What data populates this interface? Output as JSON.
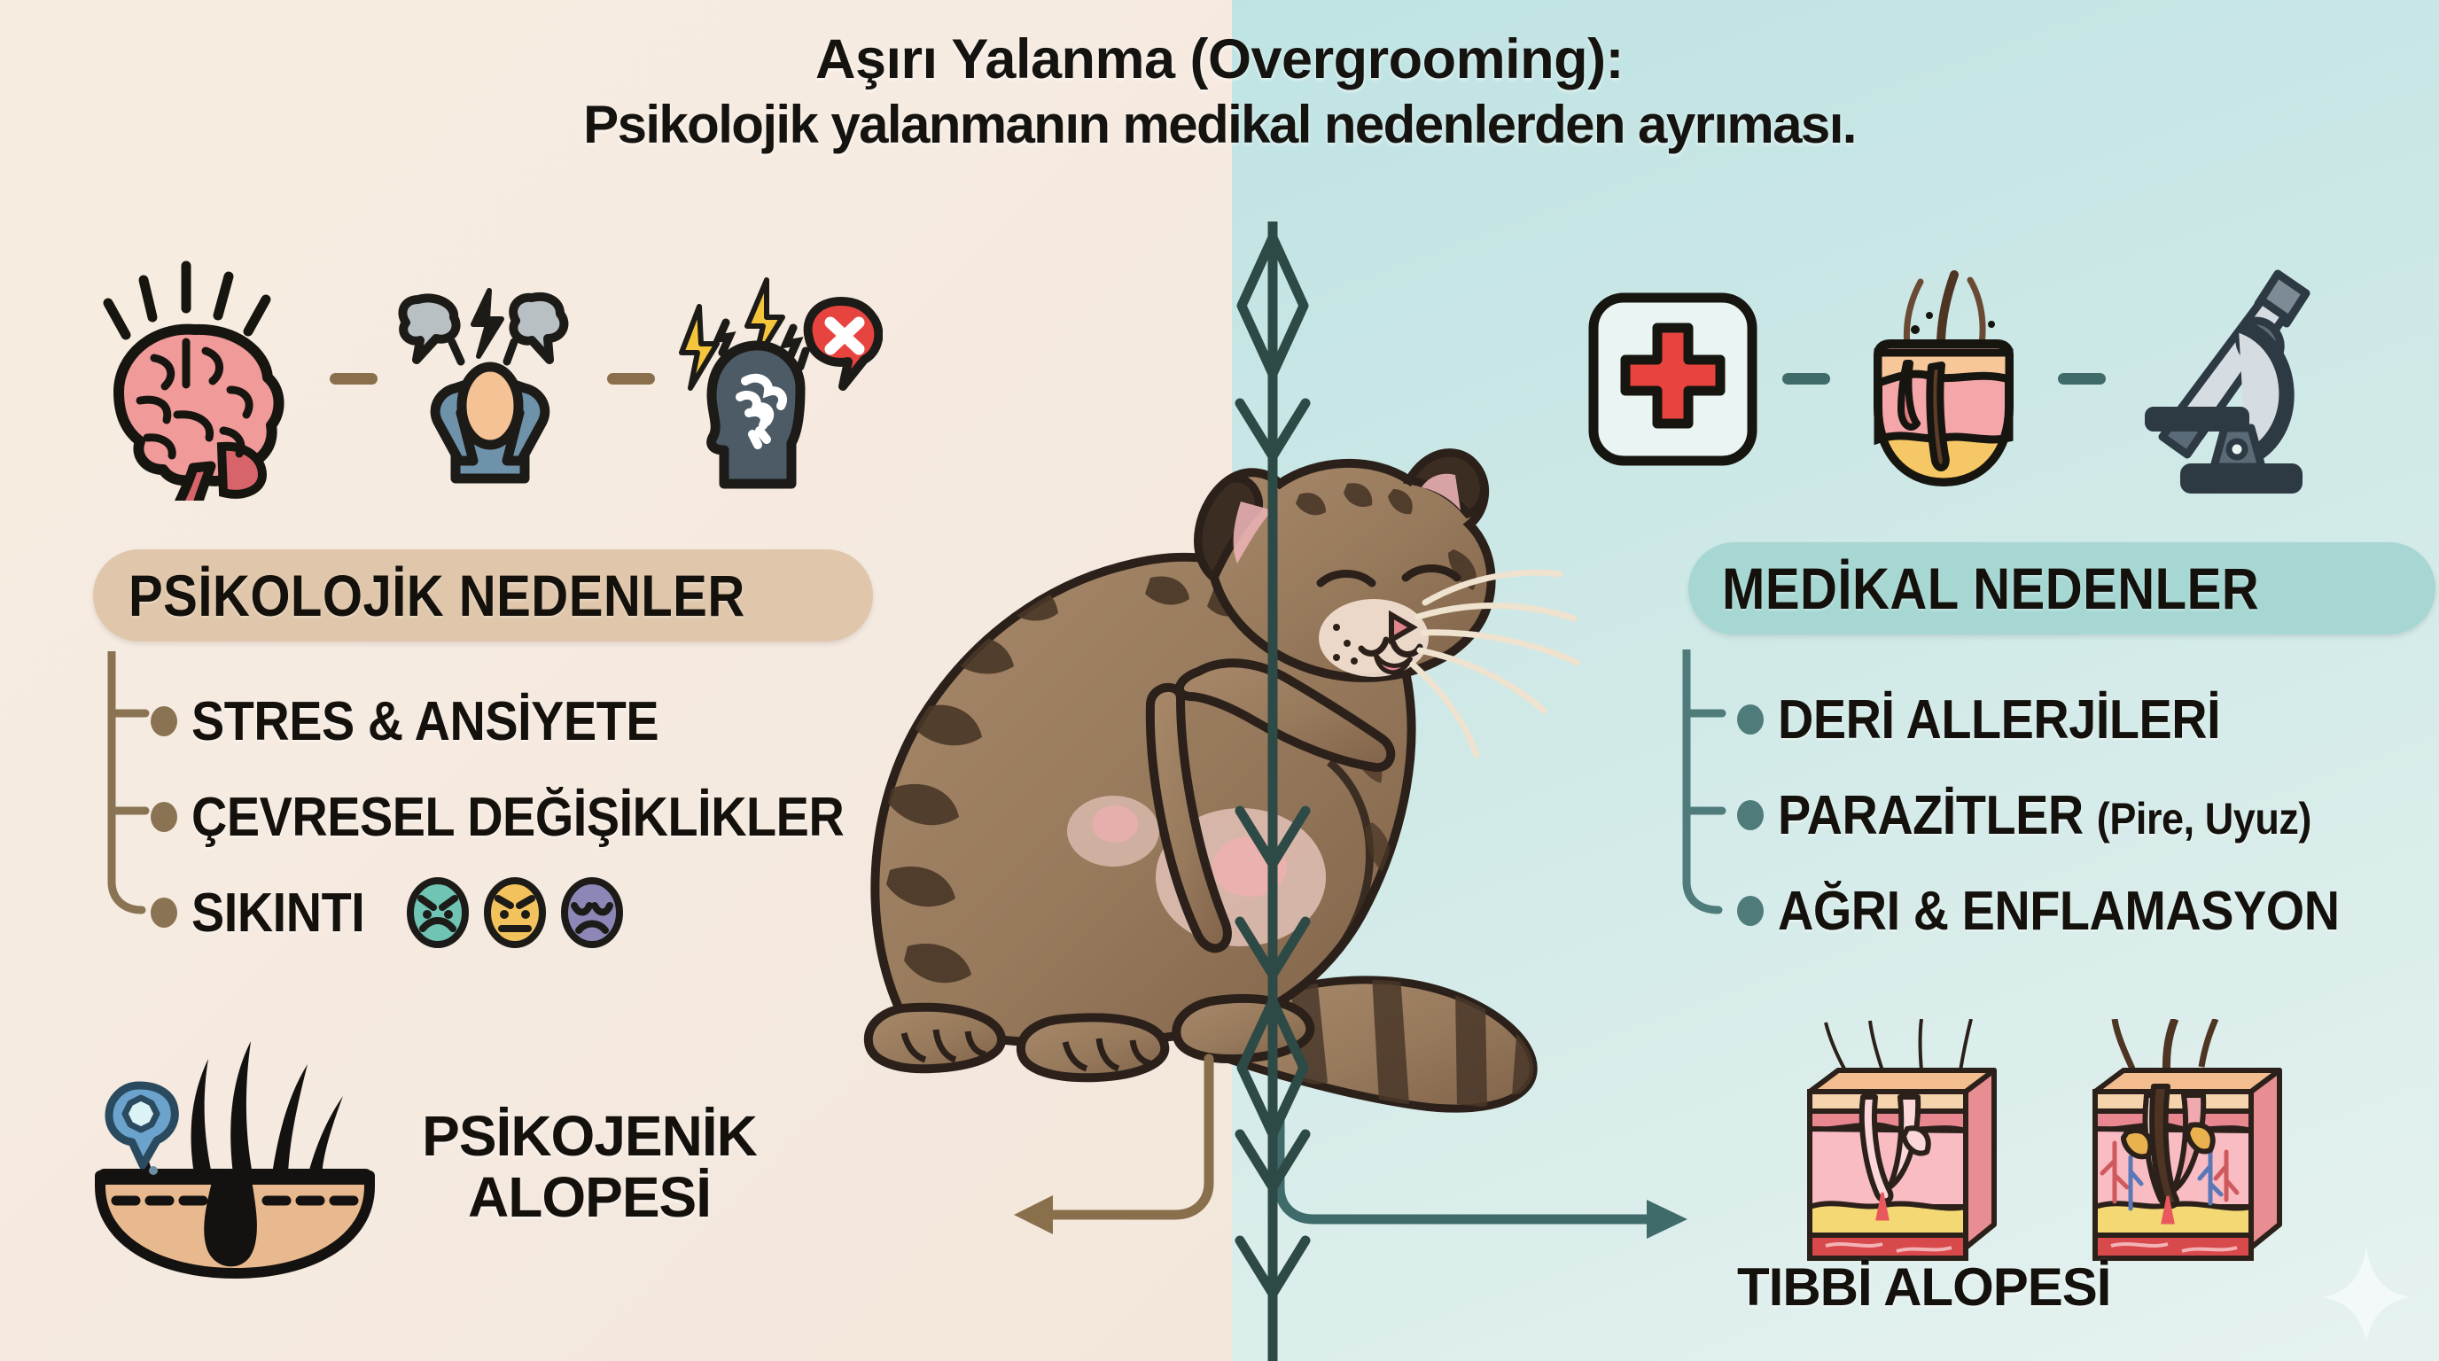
{
  "title": {
    "line1": "Aşırı Yalanma (Overgrooming):",
    "line2": "Psikolojik yalanmanın medikal nedenlerden ayrıması."
  },
  "colors": {
    "bg_left": "#f6ebe1",
    "bg_right": "#cfe9e7",
    "pill_left": "#e0c7ab",
    "pill_right": "#a6d7d3",
    "accent_left": "#8a6f4c",
    "accent_right": "#3f6b6b",
    "text": "#14110d",
    "brain_pink": "#f09a9a",
    "cross_red": "#e8443f",
    "face_teal": "#6fc4b4",
    "face_yellow": "#f2c25c",
    "face_purple": "#8d87b8"
  },
  "left_panel": {
    "heading": "PSİKOLOJİK NEDENLER",
    "icons": [
      {
        "name": "brain-icon",
        "label": "brain"
      },
      {
        "name": "stressed-person-icon",
        "label": "stressed person"
      },
      {
        "name": "head-scribble-icon",
        "label": "head with scribble and red X"
      }
    ],
    "items": [
      {
        "label": "STRES & ANSİYETE",
        "sub": "",
        "faces": []
      },
      {
        "label": "ÇEVRESEL DEĞİŞİKLİKLER",
        "sub": "",
        "faces": []
      },
      {
        "label": "SIKINTI",
        "sub": "",
        "faces": [
          "angry-face",
          "annoyed-face",
          "sad-face"
        ]
      }
    ],
    "outcome": {
      "line1": "PSİKOJENİK",
      "line2": "ALOPESİ"
    },
    "outcome_icon": "hair-follicle-magnifier-icon"
  },
  "right_panel": {
    "heading": "MEDİKAL NEDENLER",
    "icons": [
      {
        "name": "medical-cross-icon",
        "label": "red cross"
      },
      {
        "name": "hair-follicle-icon",
        "label": "hair follicle cross-section"
      },
      {
        "name": "microscope-icon",
        "label": "microscope"
      }
    ],
    "items": [
      {
        "label": "DERİ ALLERJİLERİ",
        "sub": ""
      },
      {
        "label": "PARAZİTLER ",
        "sub": "(Pire, Uyuz)"
      },
      {
        "label": "AĞRI & ENFLAMASYON",
        "sub": ""
      }
    ],
    "outcome": {
      "line1": "TIBBİ ALOPESİ"
    },
    "outcome_icon": "skin-cross-section-icon"
  },
  "center": {
    "figure": "grooming-cat-illustration",
    "divider": "decorative-vertical-divider"
  }
}
